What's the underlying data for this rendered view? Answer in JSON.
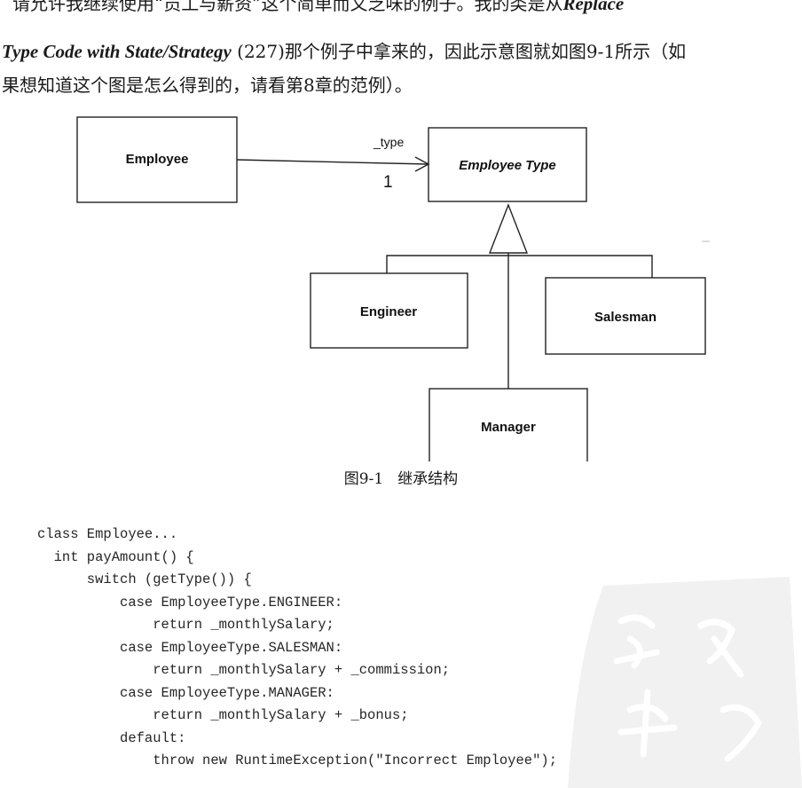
{
  "paragraph": {
    "line1": "请允许我继续使用“员工与薪资”这个简单而又乏味的例子。我的类是从",
    "line1_ref": "Replace",
    "line2_ref": "Type Code with State/Strategy",
    "line2": " (227)那个例子中拿来的，因此示意图就如图9-1所示（如",
    "line3": "果想知道这个图是怎么得到的，请看第8章的范例）。"
  },
  "diagram": {
    "classes": {
      "employee": "Employee",
      "employee_type": "Employee Type",
      "engineer": "Engineer",
      "salesman": "Salesman",
      "manager": "Manager"
    },
    "association": {
      "role": "_type",
      "multiplicity": "1"
    }
  },
  "figure_caption": {
    "number": "图9-1",
    "title": "继承结构"
  },
  "code": [
    "class Employee...",
    "  int payAmount() {",
    "      switch (getType()) {",
    "          case EmployeeType.ENGINEER:",
    "              return _monthlySalary;",
    "          case EmployeeType.SALESMAN:",
    "              return _monthlySalary + _commission;",
    "          case EmployeeType.MANAGER:",
    "              return _monthlySalary + _bonus;",
    "          default:",
    "              throw new RuntimeException(\"Incorrect Employee\");"
  ]
}
